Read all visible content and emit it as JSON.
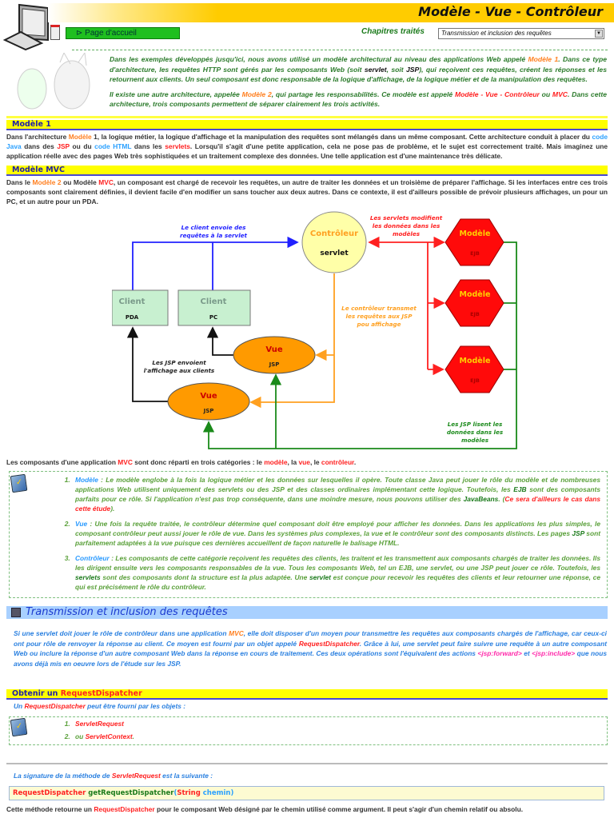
{
  "header": {
    "title": "Modèle - Vue - Contrôleur",
    "home_button": "⊳ Page d'accueil",
    "chapters_label": "Chapitres traités",
    "chapters_selected": "Transmission et inclusion des requêtes"
  },
  "intro": [
    [
      [
        "Dans les exemples développés jusqu'ici, nous avons utilisé un modèle architectural au niveau des applications Web appelé ",
        ""
      ],
      [
        "Modèle 1",
        "o"
      ],
      [
        ". Dans ce type d'architecture, les requêtes HTTP sont gérés par les composants Web (soit ",
        ""
      ],
      [
        "servlet",
        "k"
      ],
      [
        ", soit ",
        ""
      ],
      [
        "JSP",
        "k"
      ],
      [
        "), qui reçoivent ces requêtes, créent les réponses et les retournent aux clients. Un seul composant est donc responsable de la logique d'affichage, de la logique métier et de la manipulation des requêtes.",
        ""
      ]
    ],
    [
      [
        "Il existe une autre architecture, appelée ",
        ""
      ],
      [
        "Modèle 2",
        "o"
      ],
      [
        ", qui partage les responsabilités. Ce modèle est appelé ",
        ""
      ],
      [
        "Modèle - Vue - Contrôleur",
        "r"
      ],
      [
        " ou ",
        ""
      ],
      [
        "MVC",
        "r"
      ],
      [
        ". Dans cette architecture, trois composants permettent de séparer clairement les trois activités.",
        ""
      ]
    ]
  ],
  "modele1": {
    "heading": "Modèle 1",
    "text": [
      [
        "Dans l'architecture ",
        ""
      ],
      [
        "Modèle",
        "o"
      ],
      [
        " 1, la logique métier, la logique d'affichage et la manipulation des requêtes sont mélangés dans un même composant. Cette architecture conduit à placer du ",
        ""
      ],
      [
        "code Java",
        "b"
      ],
      [
        " dans des ",
        ""
      ],
      [
        "JSP",
        "r"
      ],
      [
        " ou du ",
        ""
      ],
      [
        "code HTML",
        "b"
      ],
      [
        " dans les ",
        ""
      ],
      [
        "servlets",
        "r"
      ],
      [
        ". Lorsqu'il s'agit d'une petite application, cela ne pose pas de problème, et le sujet est correctement traité. Mais imaginez une application réelle avec des pages Web très sophistiquées et un traitement complexe des données. Une telle application est d'une maintenance très délicate.",
        ""
      ]
    ]
  },
  "modelemvc": {
    "heading": "Modèle MVC",
    "text": [
      [
        "Dans le ",
        ""
      ],
      [
        "Modèle 2",
        "o"
      ],
      [
        " ou Modèle ",
        ""
      ],
      [
        "MVC",
        "r"
      ],
      [
        ", un composant est chargé de recevoir les requêtes, un autre de traiter les données et un troisième de préparer l'affichage. Si les interfaces entre ces trois composants sont clairement définies, il devient facile d'en modifier un sans toucher aux deux autres. Dans ce contexte, il est d'ailleurs possible de prévoir plusieurs affichages, un pour un PC, et un autre pour un PDA.",
        ""
      ]
    ]
  },
  "diagram": {
    "controller": {
      "title": "Contrôleur",
      "sub": "servlet"
    },
    "clients": [
      {
        "title": "Client",
        "sub": "PDA"
      },
      {
        "title": "Client",
        "sub": "PC"
      }
    ],
    "models": [
      {
        "title": "Modèle",
        "sub": "EJB"
      },
      {
        "title": "Modèle",
        "sub": "EJB"
      },
      {
        "title": "Modèle",
        "sub": "EJB"
      }
    ],
    "views": [
      {
        "title": "Vue",
        "sub": "JSP"
      },
      {
        "title": "Vue",
        "sub": "JSP"
      }
    ],
    "labels": {
      "client_sends": [
        "Le client envoie des",
        "requêtes à la servlet"
      ],
      "servlets_modify": [
        "Les servlets modifient",
        "les données dans les",
        "modèles"
      ],
      "controller_transmits": [
        "Le contrôleur transmet",
        "les requêtes aux JSP",
        "pou affichage"
      ],
      "jsp_send": [
        "Les JSP envoient",
        "l'affichage aux clients"
      ],
      "jsp_read": [
        "Les JSP lisent les",
        "données dans les",
        "modèles"
      ]
    },
    "colors": {
      "client_line": "#2020ff",
      "model_line": "#ff2020",
      "controller_line": "#ffa020",
      "view_line": "#111111",
      "read_line": "#1a8a1a"
    }
  },
  "components_line": [
    [
      "Les composants d'une application ",
      ""
    ],
    [
      "MVC",
      "r"
    ],
    [
      " sont donc réparti en trois catégories : le ",
      ""
    ],
    [
      "modèle",
      "r"
    ],
    [
      ", la ",
      ""
    ],
    [
      "vue",
      "r"
    ],
    [
      ", le ",
      ""
    ],
    [
      "contrôleur",
      "r"
    ],
    [
      ".",
      ""
    ]
  ],
  "components": [
    [
      [
        "Modèle",
        "lbl"
      ],
      [
        " : Le modèle englobe à la fois la logique métier et les données sur lesquelles il opère. Toute classe Java peut jouer le rôle du modèle et de nombreuses applications Web utilisent uniquement des servlets ou des JSP et des classes ordinaires implémentant cette logique. Toutefois, les ",
        ""
      ],
      [
        "EJB",
        "g"
      ],
      [
        " sont des composants parfaits pour ce rôle. Si l'application n'est pas trop conséquente, dans une moindre mesure, nous pouvons utiliser des ",
        ""
      ],
      [
        "JavaBeans",
        "g"
      ],
      [
        ". (",
        ""
      ],
      [
        "Ce sera d'ailleurs le cas dans cette étude",
        "r"
      ],
      [
        ").",
        ""
      ]
    ],
    [
      [
        "Vue",
        "lbl"
      ],
      [
        " : Une fois la requête traitée, le contrôleur détermine quel composant doit être employé pour afficher les données. Dans les applications les plus simples, le composant contrôleur peut aussi jouer le rôle de vue. Dans les systèmes plus complexes, la vue et le contrôleur sont des composants distincts. Les pages ",
        ""
      ],
      [
        "JSP",
        "g"
      ],
      [
        " sont parfaitement adaptées à la vue puisque ces dernières accueillent de façon naturelle le balisage HTML.",
        ""
      ]
    ],
    [
      [
        "Contrôleur",
        "lbl"
      ],
      [
        " : Les composants de cette catégorie reçoivent les requêtes des clients, les traitent et les transmettent aux composants chargés de traiter les données. Ils les dirigent ensuite vers les composants responsables de la vue. Tous les composants Web, tel un EJB, une servlet, ou une JSP peut jouer ce rôle. Toutefois, les ",
        ""
      ],
      [
        "servlets",
        "g"
      ],
      [
        " sont des composants dont la structure est la plus adaptée. Une ",
        ""
      ],
      [
        "servlet",
        "g"
      ],
      [
        " est conçue pour recevoir les requêtes des clients et leur retourner une réponse, ce qui est précisément le rôle du contrôleur.",
        ""
      ]
    ]
  ],
  "transmission": {
    "heading": "Transmission et inclusion des requêtes",
    "text": [
      [
        "Si une servlet doit jouer le rôle de contrôleur dans une application ",
        ""
      ],
      [
        "MVC",
        "o"
      ],
      [
        ", elle doit disposer d'un moyen pour transmettre les requêtes aux composants chargés de l'affichage, car ceux-ci ont pour rôle de renvoyer la réponse au client. Ce moyen est fourni par un objet appelé ",
        ""
      ],
      [
        "RequestDispatcher",
        "r"
      ],
      [
        ". Grâce à lui, une servlet peut faire suivre une requête à un autre composant Web ou inclure la réponse d'un autre composant Web dans la réponse en cours de traitement. Ces deux opérations sont l'équivalent des actions ",
        ""
      ],
      [
        "<jsp:forward>",
        "pk"
      ],
      [
        " et ",
        ""
      ],
      [
        "<jsp:include>",
        "pk"
      ],
      [
        " que nous avons déjà mis en oeuvre lors de l'étude sur les JSP.",
        ""
      ]
    ]
  },
  "obtenir": {
    "heading": [
      [
        "Obtenir un ",
        ""
      ],
      [
        "RequestDispatcher",
        "r"
      ]
    ],
    "intro": [
      [
        "Un ",
        ""
      ],
      [
        "RequestDispatcher",
        "r"
      ],
      [
        " peut être fourni par les objets :",
        ""
      ]
    ],
    "items": [
      [
        [
          "ServletRequest",
          "r"
        ]
      ],
      [
        [
          "ou ",
          ""
        ],
        [
          "ServletContext",
          "r"
        ],
        [
          ".",
          ""
        ]
      ]
    ]
  },
  "signature": {
    "intro": [
      [
        "La signature de la méthode de ",
        ""
      ],
      [
        "ServletRequest",
        "r"
      ],
      [
        " est la suivante :",
        ""
      ]
    ],
    "code": [
      [
        "RequestDispatcher",
        "r"
      ],
      [
        " getRequestDispatcher",
        ""
      ],
      [
        "(",
        "b"
      ],
      [
        "String ",
        "r"
      ],
      [
        "chemin",
        "b"
      ],
      [
        ")",
        "b"
      ]
    ]
  },
  "conclusion": [
    [
      "Cette méthode retourne un ",
      ""
    ],
    [
      "RequestDispatcher",
      "r"
    ],
    [
      " pour le composant Web désigné par le chemin utilisé comme argument. Il peut s'agir d'un chemin relatif ou absolu.",
      ""
    ]
  ]
}
